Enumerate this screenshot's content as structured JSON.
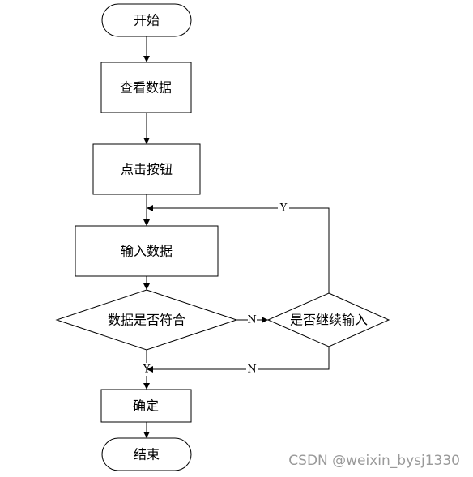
{
  "nodes": {
    "start": "开始",
    "view_data": "查看数据",
    "click_button": "点击按钮",
    "input_data": "输入数据",
    "data_valid": "数据是否符合",
    "continue_input": "是否继续输入",
    "confirm": "确定",
    "end": "结束"
  },
  "edge_labels": {
    "valid_no": "N",
    "valid_yes": "Y",
    "continue_yes": "Y",
    "continue_no": "N"
  },
  "watermark": "CSDN @weixin_bysj1330"
}
